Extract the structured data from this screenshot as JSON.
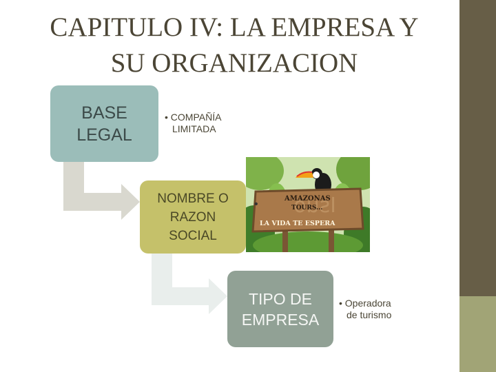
{
  "slide": {
    "title_line1": "CAPITULO IV: LA EMPRESA  Y",
    "title_line2": "SU ORGANIZACION"
  },
  "boxes": {
    "base_legal": "BASE\nLEGAL",
    "nombre": "NOMBRE O\nRAZON\nSOCIAL",
    "tipo": "TIPO DE\nEMPRESA"
  },
  "bullets": {
    "base_legal_line1": "• COMPAÑÍA",
    "base_legal_line2": "LIMITADA",
    "tipo_line1": "• Operadora",
    "tipo_line2": "de turismo",
    "nombre_dot": "•"
  },
  "sign": {
    "line1": "AMAZONAS",
    "line2": "TOURS...",
    "line3": "LA VIDA TE ESPERA",
    "mirrored": "Isuo"
  },
  "colors": {
    "sidebar": "#675e47",
    "sidebar_accent": "#a1a476",
    "title": "#4b4535",
    "box1": "#9bbdb9",
    "box2": "#c5c16a",
    "box3": "#91a195",
    "arrow1": "#d9d8cf",
    "arrow2": "#e9eeec"
  }
}
